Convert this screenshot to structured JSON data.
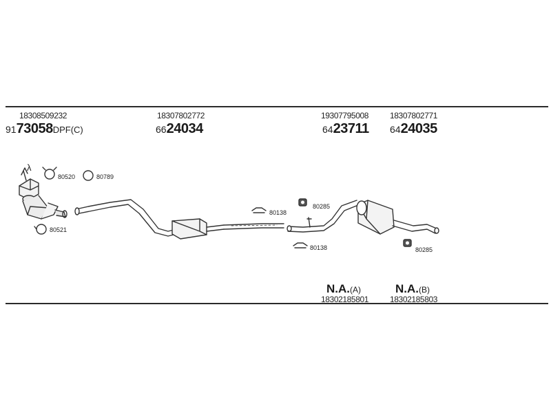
{
  "columns": [
    {
      "ref": "18308509232",
      "code_prefix": "91",
      "code_main": "73058",
      "code_suffix": "DPF(C)"
    },
    {
      "ref": "18307802772",
      "code_prefix": "66",
      "code_main": "24034",
      "code_suffix": ""
    },
    {
      "ref": "19307795008",
      "code_prefix": "64",
      "code_main": "23711",
      "code_suffix": ""
    },
    {
      "ref": "18307802771",
      "code_prefix": "64",
      "code_main": "24035",
      "code_suffix": ""
    }
  ],
  "parts": {
    "lambda_symbol": "λ",
    "clamp_a": "80520",
    "ring": "80789",
    "clamp_b": "80521",
    "bracket_top": "80138",
    "rubber_top": "80285",
    "bracket_bottom": "80138",
    "rubber_bottom": "80285"
  },
  "footer": [
    {
      "na": "N.A.",
      "variant": "(A)",
      "ref": "18302185801"
    },
    {
      "na": "N.A.",
      "variant": "(B)",
      "ref": "18302185803"
    }
  ]
}
